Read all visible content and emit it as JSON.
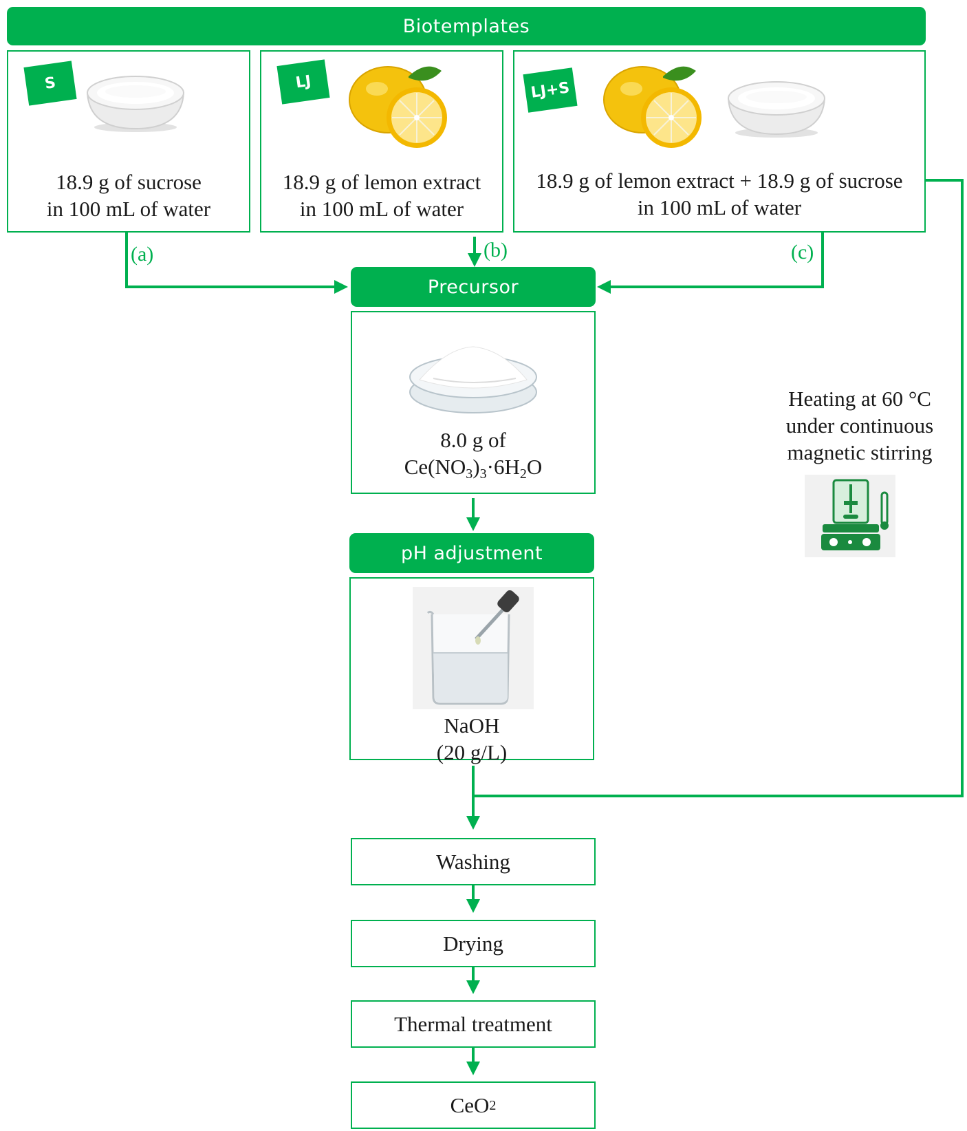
{
  "biotemplates": {
    "header": "Biotemplates",
    "s": {
      "tag": "S",
      "line1": "18.9 g of sucrose",
      "line2": "in 100 mL of water"
    },
    "lj": {
      "tag": "LJ",
      "line1": "18.9 g of lemon extract",
      "line2": "in 100 mL of water"
    },
    "ljs": {
      "tag": "LJ+S",
      "line1": "18.9 g of lemon extract + 18.9 g of sucrose",
      "line2": "in 100 mL of water"
    }
  },
  "paths": {
    "a": "(a)",
    "b": "(b)",
    "c": "(c)"
  },
  "precursor": {
    "header": "Precursor",
    "line1": "8.0 g of",
    "formula_ce": "Ce(NO",
    "formula_3a": "3",
    "formula_paren": ")",
    "formula_3b": "3",
    "formula_dot": "·6H",
    "formula_2": "2",
    "formula_o": "O"
  },
  "ph": {
    "header": "pH adjustment",
    "line1": "NaOH",
    "line2": "(20 g/L)"
  },
  "heating": {
    "line1": "Heating at 60 °C",
    "line2": "under continuous",
    "line3": "magnetic stirring"
  },
  "steps": {
    "washing": "Washing",
    "drying": "Drying",
    "thermal": "Thermal treatment",
    "product_main": "CeO",
    "product_sub": "2"
  },
  "colors": {
    "accent": "#00b04f"
  }
}
